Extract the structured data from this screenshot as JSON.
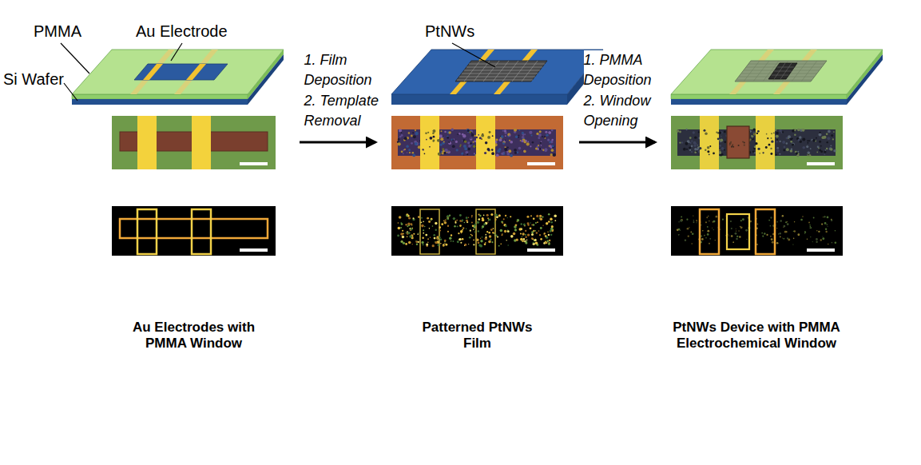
{
  "diagram": {
    "nodes": [
      {
        "text": [
          "Au Electrodes with PMMA Window"
        ]
      },
      {
        "text": [
          "Patterned PtNWs Film"
        ]
      },
      {
        "text": [
          "PtNWs Device with PMMA Electrochemical Window"
        ]
      }
    ],
    "edges": [
      {
        "from": 0,
        "to": 1,
        "arrow": "to",
        "label": "1. Film Deposition 2. Template Removal"
      },
      {
        "from": 1,
        "to": 2,
        "arrow": "to",
        "label": "1. PMMA Deposition 2. Window Opening"
      }
    ],
    "labels": [
      "PMMA",
      "Au Electrode",
      "Si Wafer",
      "PtNWs"
    ]
  }
}
